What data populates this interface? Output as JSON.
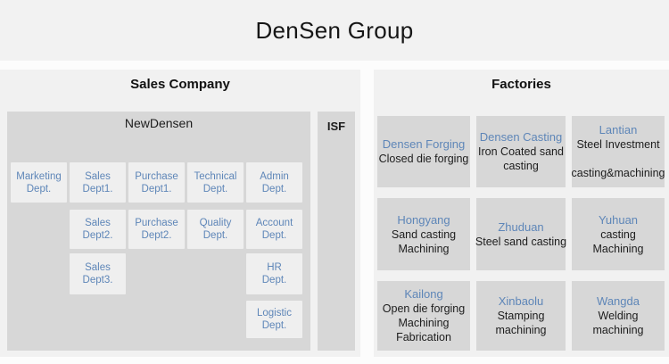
{
  "title": "DenSen Group",
  "sales": {
    "header": "Sales Company",
    "group_label": "NewDensen",
    "isf_label": "ISF",
    "departments": [
      {
        "line1": "Marketing",
        "line2": "Dept."
      },
      {
        "line1": "Sales",
        "line2": "Dept1."
      },
      {
        "line1": "Purchase",
        "line2": "Dept1."
      },
      {
        "line1": "Technical",
        "line2": "Dept."
      },
      {
        "line1": "Admin",
        "line2": "Dept."
      },
      {
        "line1": "Sales",
        "line2": "Dept2."
      },
      {
        "line1": "Purchase",
        "line2": "Dept2."
      },
      {
        "line1": "Quality",
        "line2": "Dept."
      },
      {
        "line1": "Account",
        "line2": "Dept."
      },
      {
        "line1": "Sales",
        "line2": "Dept3."
      },
      {
        "line1": "HR",
        "line2": "Dept."
      },
      {
        "line1": "Logistic",
        "line2": "Dept."
      }
    ]
  },
  "factories": {
    "header": "Factories",
    "items": [
      {
        "name": "Densen Forging",
        "desc": [
          "Closed die forging"
        ]
      },
      {
        "name": "Densen Casting",
        "desc": [
          "Iron Coated sand",
          "casting"
        ]
      },
      {
        "name": "Lantian",
        "desc": [
          "Steel Investment",
          "",
          "casting&machining"
        ]
      },
      {
        "name": "Hongyang",
        "desc": [
          "Sand casting",
          "Machining"
        ]
      },
      {
        "name": "Zhuduan",
        "desc": [
          "Steel sand casting"
        ]
      },
      {
        "name": "Yuhuan",
        "desc": [
          "casting",
          "Machining"
        ]
      },
      {
        "name": "Kailong",
        "desc": [
          "Open die forging",
          "Machining",
          "Fabrication"
        ]
      },
      {
        "name": "Xinbaolu",
        "desc": [
          "Stamping",
          "machining"
        ]
      },
      {
        "name": "Wangda",
        "desc": [
          "Welding",
          "machining"
        ]
      }
    ]
  },
  "colors": {
    "accent_blue": "#5e86b8",
    "panel_bg": "#f1f1f1",
    "container_gray": "#d7d7d7",
    "dept_box_bg": "#efefef",
    "header_band_bg": "#f2f2f2"
  }
}
